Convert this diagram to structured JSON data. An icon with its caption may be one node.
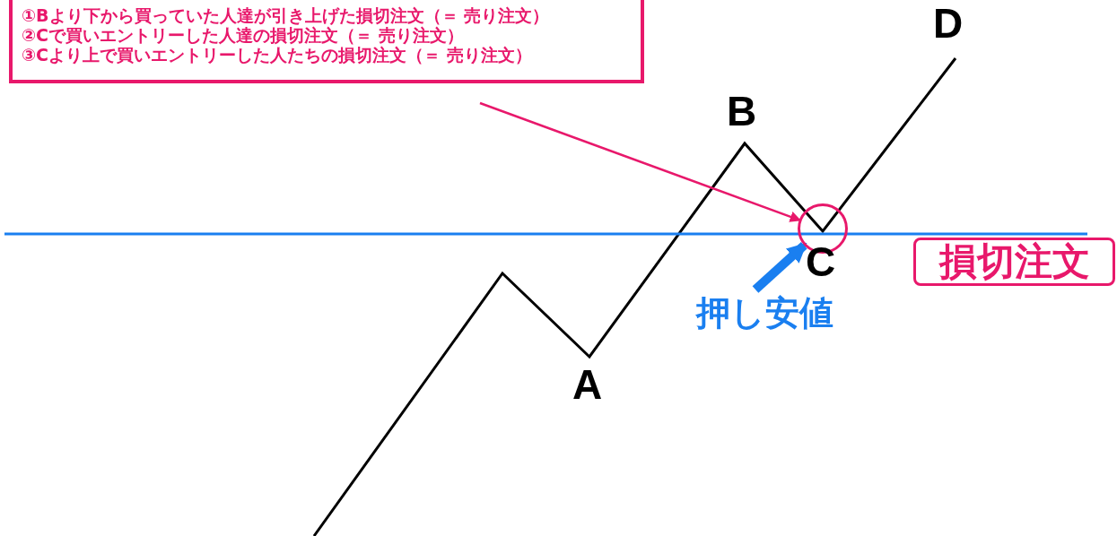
{
  "diagram": {
    "nodes": [
      {
        "text": [
          "①Bより下から買っていた人達が引き上げた損切注文（＝ 売り注文）",
          "②Cで買いエントリーした人達の損切注文（＝ 売り注文）",
          "③Cより上で買いエントリーした人たちの損切注文（＝ 売り注文）"
        ]
      },
      {
        "text": [],
        "shape": "circle"
      },
      {
        "text": [
          "押し安値"
        ]
      },
      {
        "text": [
          "損切注文"
        ]
      }
    ],
    "edges": [
      {
        "from": null,
        "to": 1,
        "arrow": "to",
        "color": "#e8186b"
      },
      {
        "from": 2,
        "to": 1,
        "arrow": "to",
        "color": "#1a7ff0",
        "style": "thick"
      }
    ],
    "labels": [
      "D",
      "B",
      "A",
      "C"
    ]
  }
}
